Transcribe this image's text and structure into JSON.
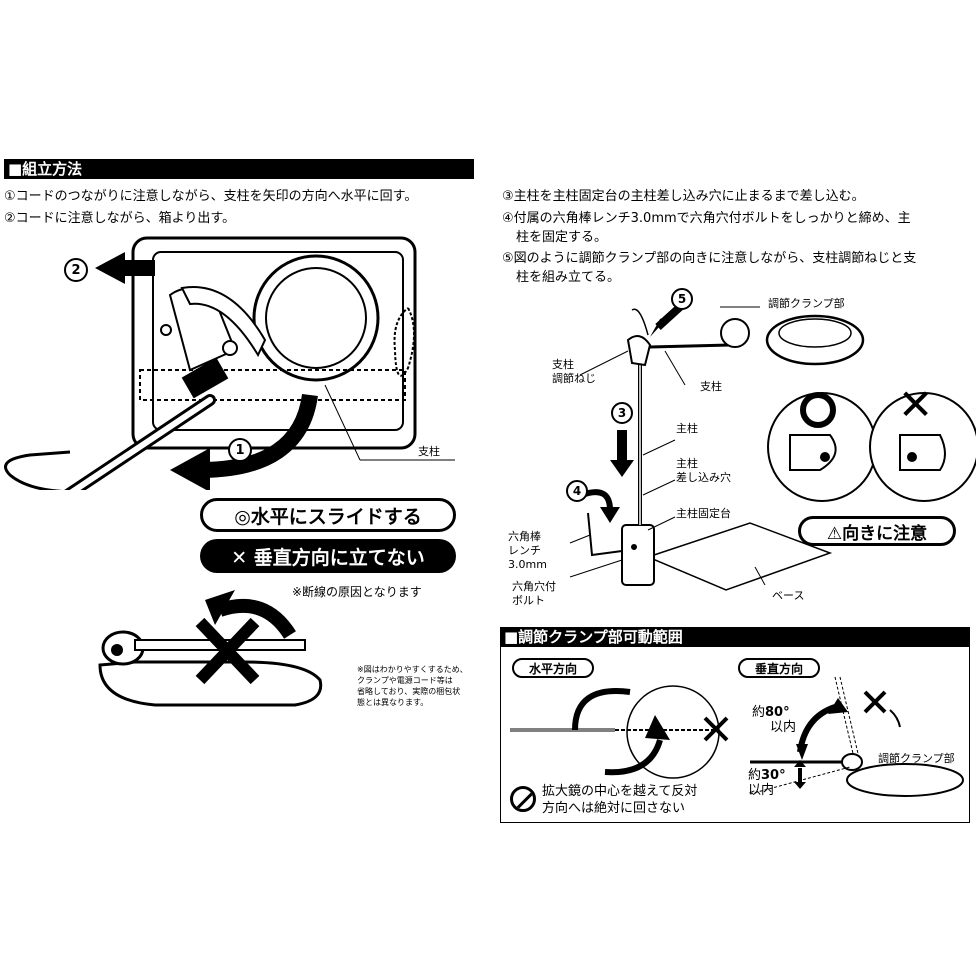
{
  "left": {
    "header": "■組立方法",
    "steps": [
      "①コードのつながりに注意しながら、支柱を矢印の方向へ水平に回す。",
      "②コードに注意しながら、箱より出す。"
    ],
    "strut_label": "支柱",
    "badge_1": "1",
    "badge_2": "2",
    "good_pill": "◎水平にスライドする",
    "bad_pill": "✕ 垂直方向に立てない",
    "disconnect_note": "※断線の原因となります",
    "fine_note": [
      "※図はわかりやすくするため、",
      "クランプや電源コード等は",
      "省略しており、実際の梱包状",
      "態とは異なります。"
    ]
  },
  "right": {
    "steps": [
      "③主柱を主柱固定台の主柱差し込み穴に止まるまで差し込む。",
      "④付属の六角棒レンチ3.0mmで六角穴付ボルトをしっかりと締め、主",
      "柱を固定する。",
      "⑤図のように調節クランプ部の向きに注意しながら、支柱調節ねじと支",
      "柱を組み立てる。"
    ],
    "labels": {
      "clamp": "調節クランプ部",
      "strut_screw_1": "支柱",
      "strut_screw_2": "調節ねじ",
      "strut": "支柱",
      "main_pole": "主柱",
      "insert_hole_1": "主柱",
      "insert_hole_2": "差し込み穴",
      "pole_base": "主柱固定台",
      "wrench_1": "六角棒",
      "wrench_2": "レンチ",
      "wrench_3": "3.0mm",
      "bolt_1": "六角穴付",
      "bolt_2": "ボルト",
      "base": "ベース"
    },
    "badges": {
      "b3": "3",
      "b4": "4",
      "b5": "5"
    },
    "ok_mark": "〇",
    "ng_mark": "✕",
    "caution_pill": "⚠向きに注意"
  },
  "range_section": {
    "header": "■調節クランプ部可動範囲",
    "horizontal_tab": "水平方向",
    "vertical_tab": "垂直方向",
    "warning_1": "拡大鏡の中心を越えて反対",
    "warning_2": "方向へは絶対に回さない",
    "up_about": "約",
    "up_value": "80°",
    "up_within": "以内",
    "down_about": "約",
    "down_value": "30°",
    "down_within": "以内",
    "clamp_label": "調節クランプ部"
  }
}
